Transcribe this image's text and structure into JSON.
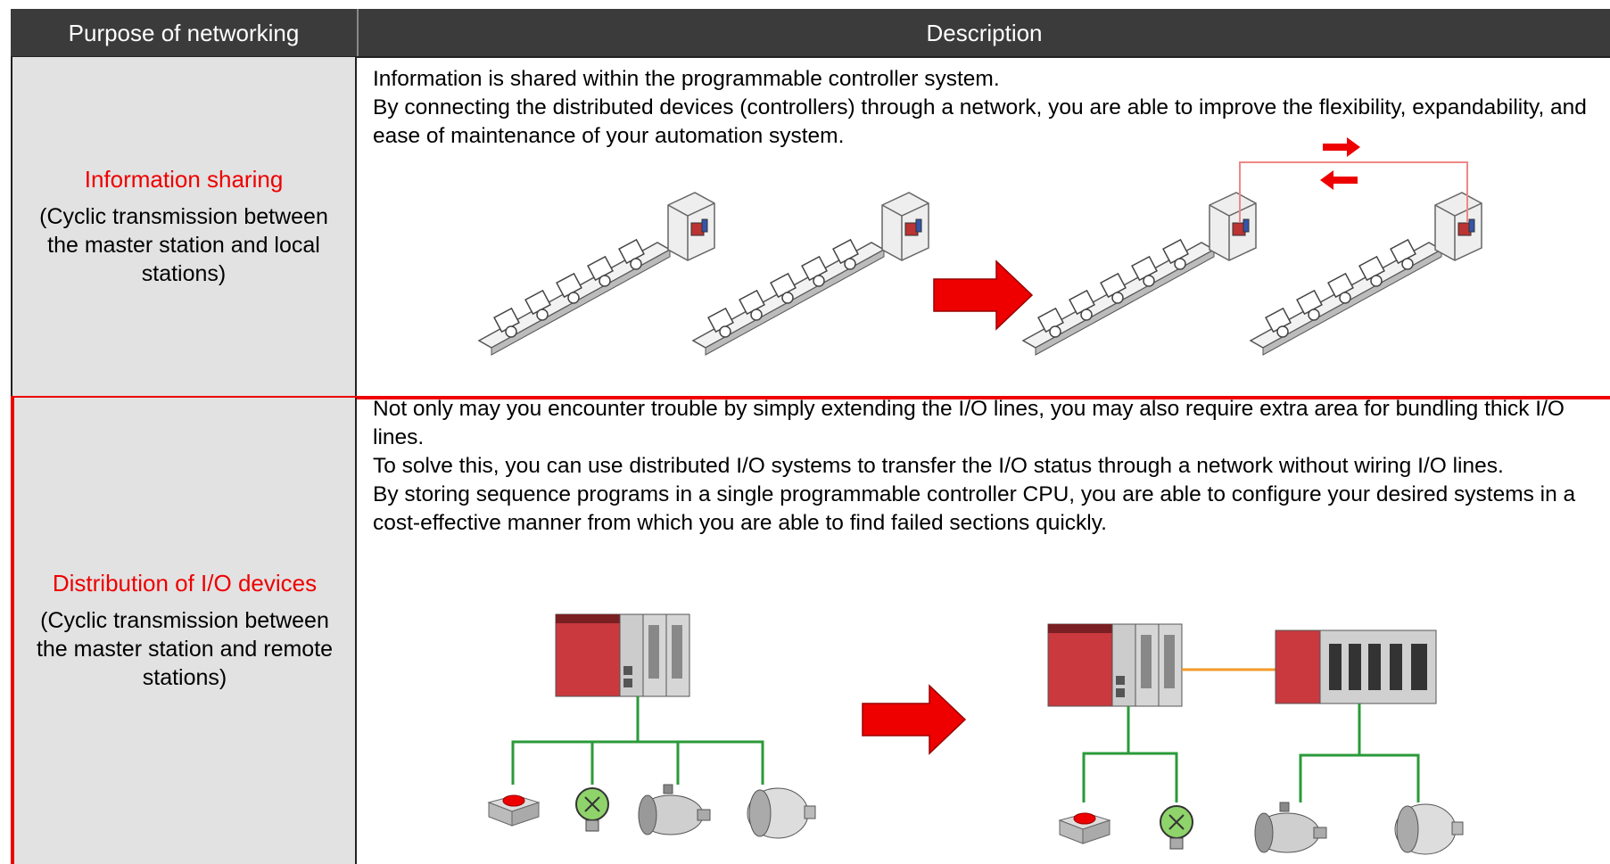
{
  "header": {
    "col1": "Purpose of networking",
    "col2": "Description"
  },
  "rows": [
    {
      "purpose": "Information sharing",
      "detail": "(Cyclic transmission between the master station and local stations)",
      "description": [
        "Information is shared within the programmable controller system.",
        "By connecting the distributed devices (controllers) through a network, you are able to improve the flexibility, expandability, and ease of maintenance of your automation system."
      ]
    },
    {
      "purpose": "Distribution of I/O devices",
      "detail": "(Cyclic transmission between the master station and remote stations)",
      "description": [
        "Not only may you encounter trouble by simply extending the I/O lines,  you may also require extra area for bundling thick I/O lines.",
        "To solve this, you can use distributed I/O systems to transfer the I/O status through a network without wiring I/O lines.",
        "By storing sequence programs in a single programmable controller CPU, you are able to configure your desired systems in a cost-effective manner from which you are able to find failed sections quickly."
      ]
    }
  ],
  "colors": {
    "accent": "#e00000",
    "header_bg": "#3b3b3b",
    "left_cell_bg": "#e2e2e2",
    "network_line": "#2a9a3a",
    "link_line": "#f39a2a"
  },
  "icons": [
    "conveyor-line-icon",
    "controller-box-icon",
    "right-arrow-icon",
    "exchange-arrows-icon",
    "plc-rack-icon",
    "remote-io-icon",
    "push-button-icon",
    "lamp-icon",
    "motor-icon"
  ]
}
